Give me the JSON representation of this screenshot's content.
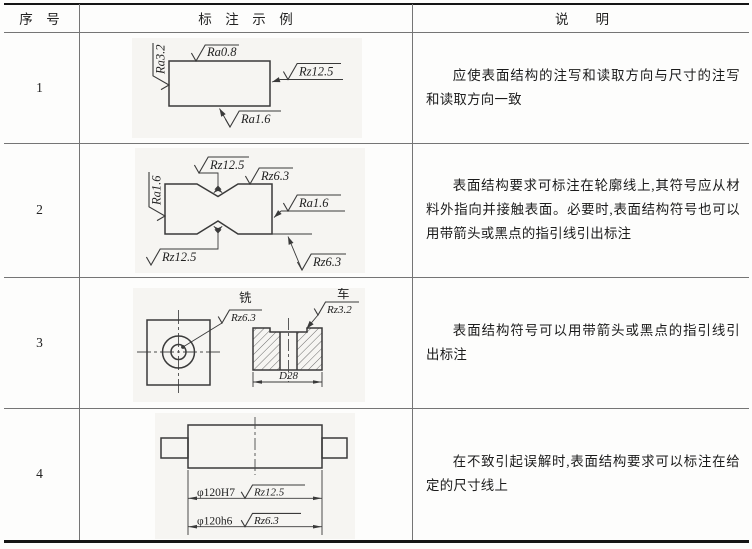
{
  "header": {
    "col_no": "序　号",
    "col_example": "标　注　示　例",
    "col_desc": "说　　明"
  },
  "rows": [
    {
      "no": "1",
      "desc": "应使表面结构的注写和读取方向与尺寸的注写和读取方向一致"
    },
    {
      "no": "2",
      "desc": "表面结构要求可标注在轮廓线上,其符号应从材料外指向并接触表面。必要时,表面结构符号也可以用带箭头或黑点的指引线引出标注"
    },
    {
      "no": "3",
      "desc": "表面结构符号可以用带箭头或黑点的指引线引出标注"
    },
    {
      "no": "4",
      "desc": "在不致引起误解时,表面结构要求可以标注在给定的尺寸线上"
    }
  ],
  "diagram1": {
    "left_label": "Ra3.2",
    "top_label": "Ra0.8",
    "right_label": "Rz12.5",
    "bottom_label": "Ra1.6"
  },
  "diagram2": {
    "top_left_label": "Rz12.5",
    "top_right_label": "Rz6.3",
    "left_label": "Ra1.6",
    "right_label": "Ra1.6",
    "bottom_left_label": "Rz12.5",
    "bottom_right_label": "Rz6.3"
  },
  "diagram3": {
    "process_mill": "铣",
    "mill_value": "Rz6.3",
    "process_turn": "车",
    "turn_value": "Rz3.2",
    "dimension": "D28"
  },
  "diagram4": {
    "dim1_label": "φ120H7",
    "dim1_value": "Rz12.5",
    "dim2_label": "φ120h6",
    "dim2_value": "Rz6.3"
  }
}
